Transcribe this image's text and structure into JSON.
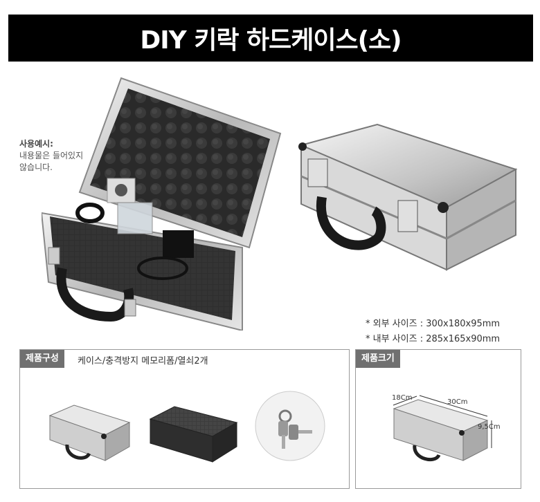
{
  "title": "DIY 키락 하드케이스(소)",
  "example": {
    "heading": "사용예시:",
    "lines": [
      "내용물은 들어있지",
      "않습니다."
    ]
  },
  "dimensions": {
    "outer": "* 외부 사이즈 : 300x180x95mm",
    "inner": "* 내부 사이즈 : 285x165x90mm"
  },
  "components": {
    "tag": "제품구성",
    "text": "케이스/충격방지 메모리폼/열쇠2개"
  },
  "size_box": {
    "tag": "제품크기",
    "depth": "18Cm",
    "width": "30Cm",
    "height": "9,5Cm"
  }
}
